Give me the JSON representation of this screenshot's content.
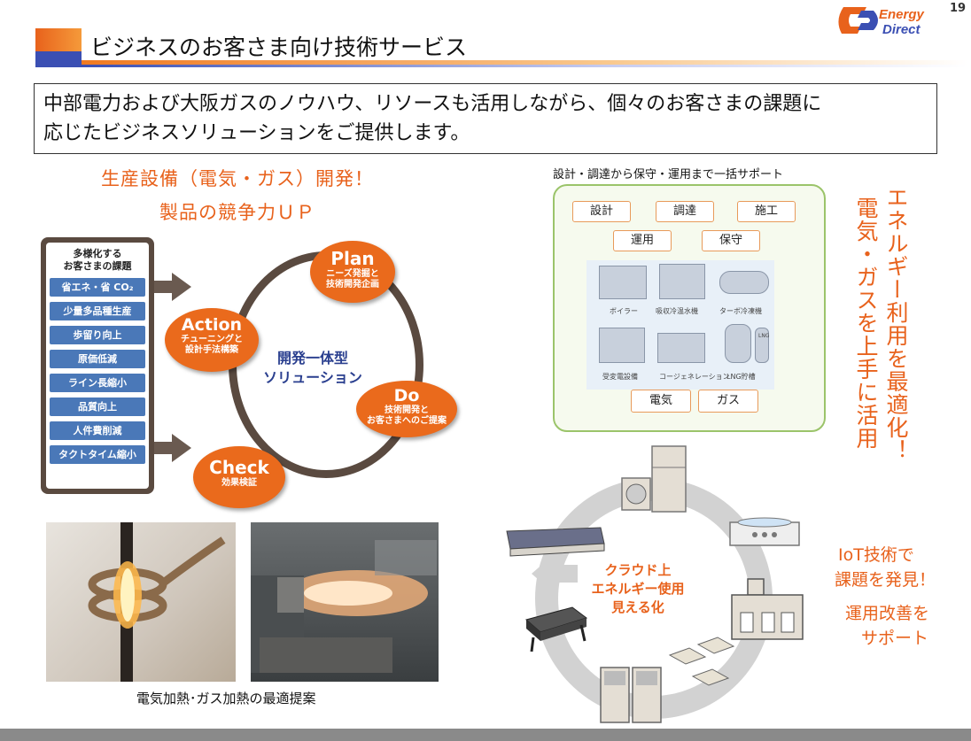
{
  "header": {
    "title": "ビジネスのお客さま向け技術サービス",
    "logo_text_1": "Energy",
    "logo_text_2": "Direct",
    "page_number": "19"
  },
  "intro": {
    "line1": "中部電力および大阪ガスのノウハウ、リソースも活用しながら、個々のお客さまの課題に",
    "line2": "応じたビジネスソリューションをご提供します。"
  },
  "left": {
    "heading1": "生産設備（電気・ガス）開発！",
    "heading2": "製品の競争力ＵＰ",
    "challenge_title_1": "多様化する",
    "challenge_title_2": "お客さまの課題",
    "challenges": [
      "省エネ・省 CO₂",
      "少量多品種生産",
      "歩留り向上",
      "原価低減",
      "ライン長縮小",
      "品質向上",
      "人件費削減",
      "タクトタイム縮小"
    ],
    "pdca": {
      "plan": "Plan",
      "plan_sub_1": "ニーズ発掘と",
      "plan_sub_2": "技術開発企画",
      "do": "Do",
      "do_sub_1": "技術開発と",
      "do_sub_2": "お客さまへのご提案",
      "check": "Check",
      "check_sub": "効果検証",
      "action": "Action",
      "action_sub_1": "チューニングと",
      "action_sub_2": "設計手法構築",
      "center_1": "開発一体型",
      "center_2": "ソリューション"
    },
    "caption": "電気加熱･ガス加熱の最適提案"
  },
  "right": {
    "support_label": "設計・調達から保守・運用まで一括サポート",
    "services": [
      "設計",
      "調達",
      "施工",
      "運用",
      "保守"
    ],
    "equipment": [
      "ボイラー",
      "吸収冷温水機",
      "ターボ冷凍機",
      "受変電設備",
      "コージェネレーション",
      "LNG貯槽"
    ],
    "lng_tag": "LNG",
    "energy": [
      "電気",
      "ガス"
    ],
    "vertical_1": "エネルギー利用を最適化！",
    "vertical_2": "電気・ガスを上手に活用",
    "cloud_1": "クラウド上",
    "cloud_2": "エネルギー使用",
    "cloud_3": "見える化",
    "iot_1": "IoT技術で",
    "iot_2": "課題を発見！",
    "iot_3": "運用改善を",
    "iot_4": "サポート"
  }
}
